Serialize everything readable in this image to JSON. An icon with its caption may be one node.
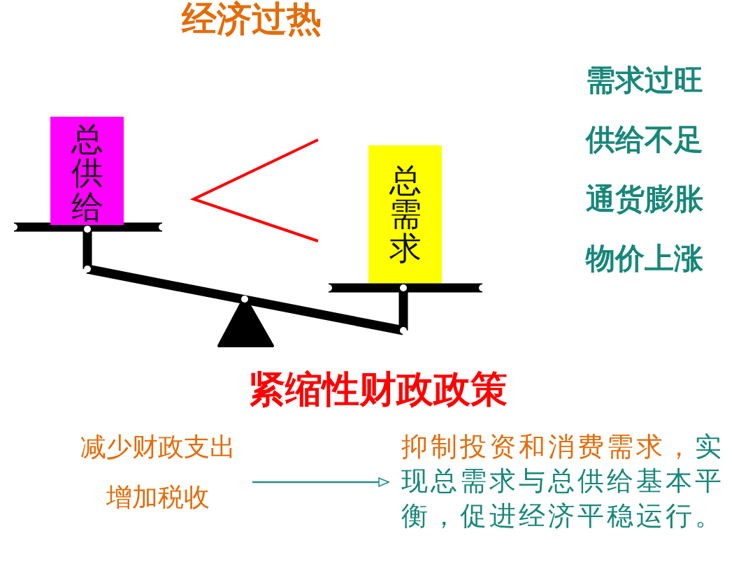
{
  "diagram": {
    "title": "经济过热",
    "nodes": [
      {
        "text": [
          "总供给"
        ]
      },
      {
        "text": [
          "总需求"
        ]
      },
      {
        "text": [
          "减少财政支出",
          "增加税收"
        ]
      },
      {
        "text": [
          "抑制投资和消费需求，",
          "实现总需求与总供给基本平衡，促进经济平稳运行。"
        ]
      }
    ],
    "edges": [
      {
        "from": 2,
        "to": 3,
        "arrow": "to"
      }
    ],
    "labels": [
      "需求过旺",
      "供给不足",
      "通货膨胀",
      "物价上涨",
      "紧缩性财政政策"
    ]
  }
}
